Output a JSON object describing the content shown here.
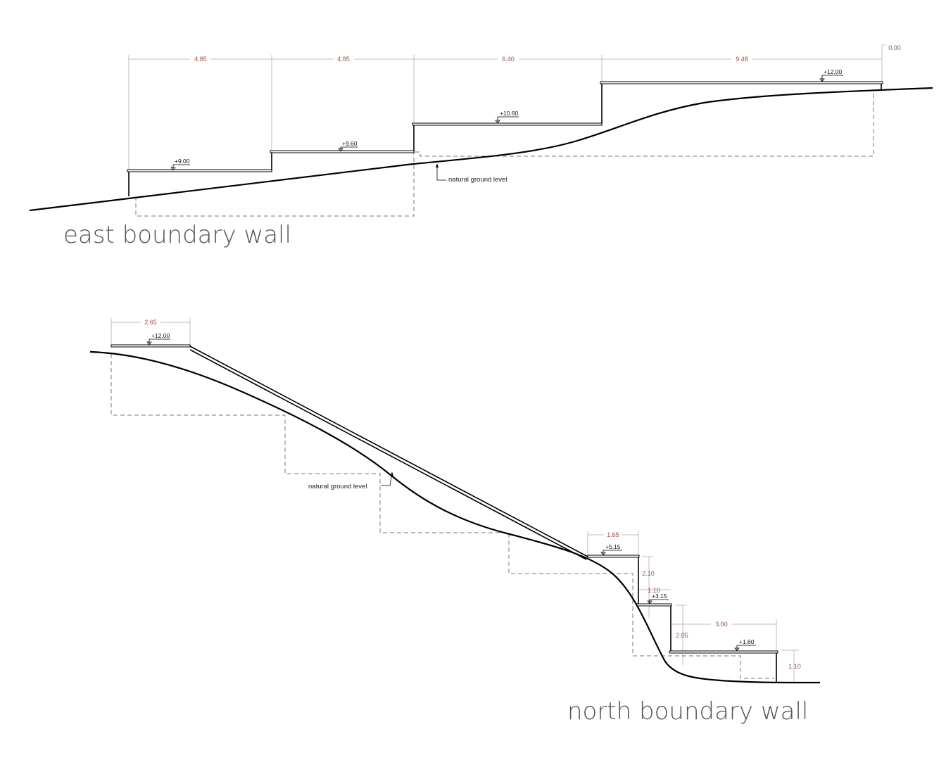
{
  "east": {
    "title": "east boundary wall",
    "dims": [
      "4.85",
      "4.85",
      "6.40",
      "9.48"
    ],
    "datum": "0.00",
    "levels": [
      "+9.00",
      "+9.60",
      "+10.60",
      "+12.00"
    ],
    "note": "natural ground level"
  },
  "north": {
    "title": "north boundary wall",
    "dims": {
      "top_width": "2.65",
      "w1": "1.65",
      "h1": "2.10",
      "w2": "1.10",
      "h2": "2.05",
      "w3": "3.60",
      "h3": "1.10"
    },
    "levels": [
      "+12.00",
      "+5.15",
      "+3.15",
      "+1.60"
    ],
    "note": "natural ground level"
  },
  "colors": {
    "dimension": "#9a4a4a",
    "title": "#555555"
  }
}
